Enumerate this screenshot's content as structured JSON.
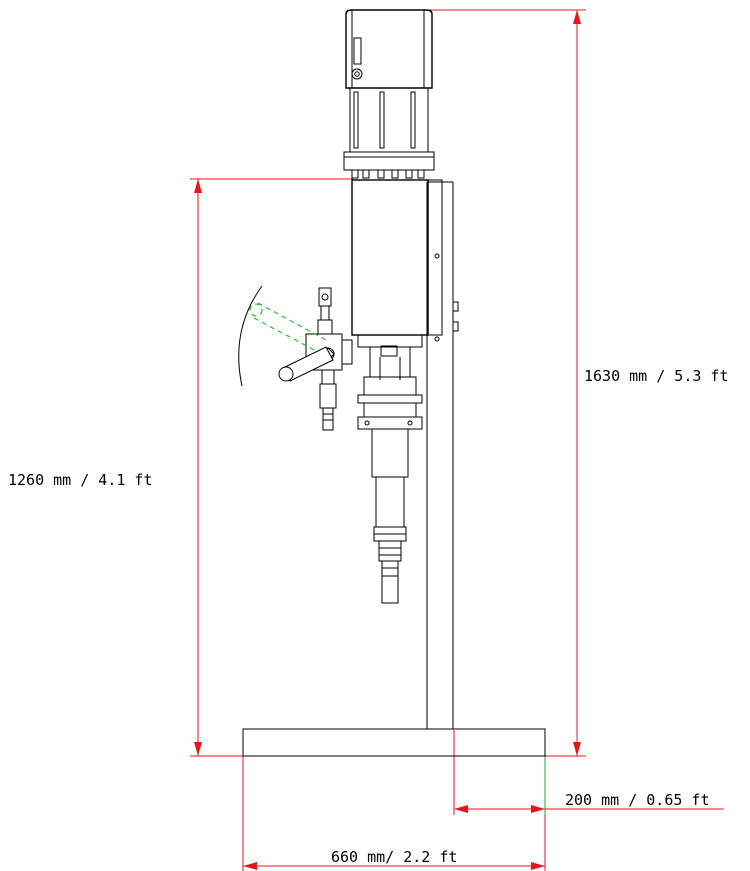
{
  "dimensions": {
    "total_height": "1630 mm / 5.3 ft",
    "stand_height": "1260 mm / 4.1 ft",
    "column_offset": "200 mm / 0.65 ft",
    "base_width": "660 mm/ 2.2 ft"
  },
  "colors": {
    "dimension_lines": "#e8141b",
    "outline": "#000000",
    "hidden_position": "#12b01b"
  }
}
